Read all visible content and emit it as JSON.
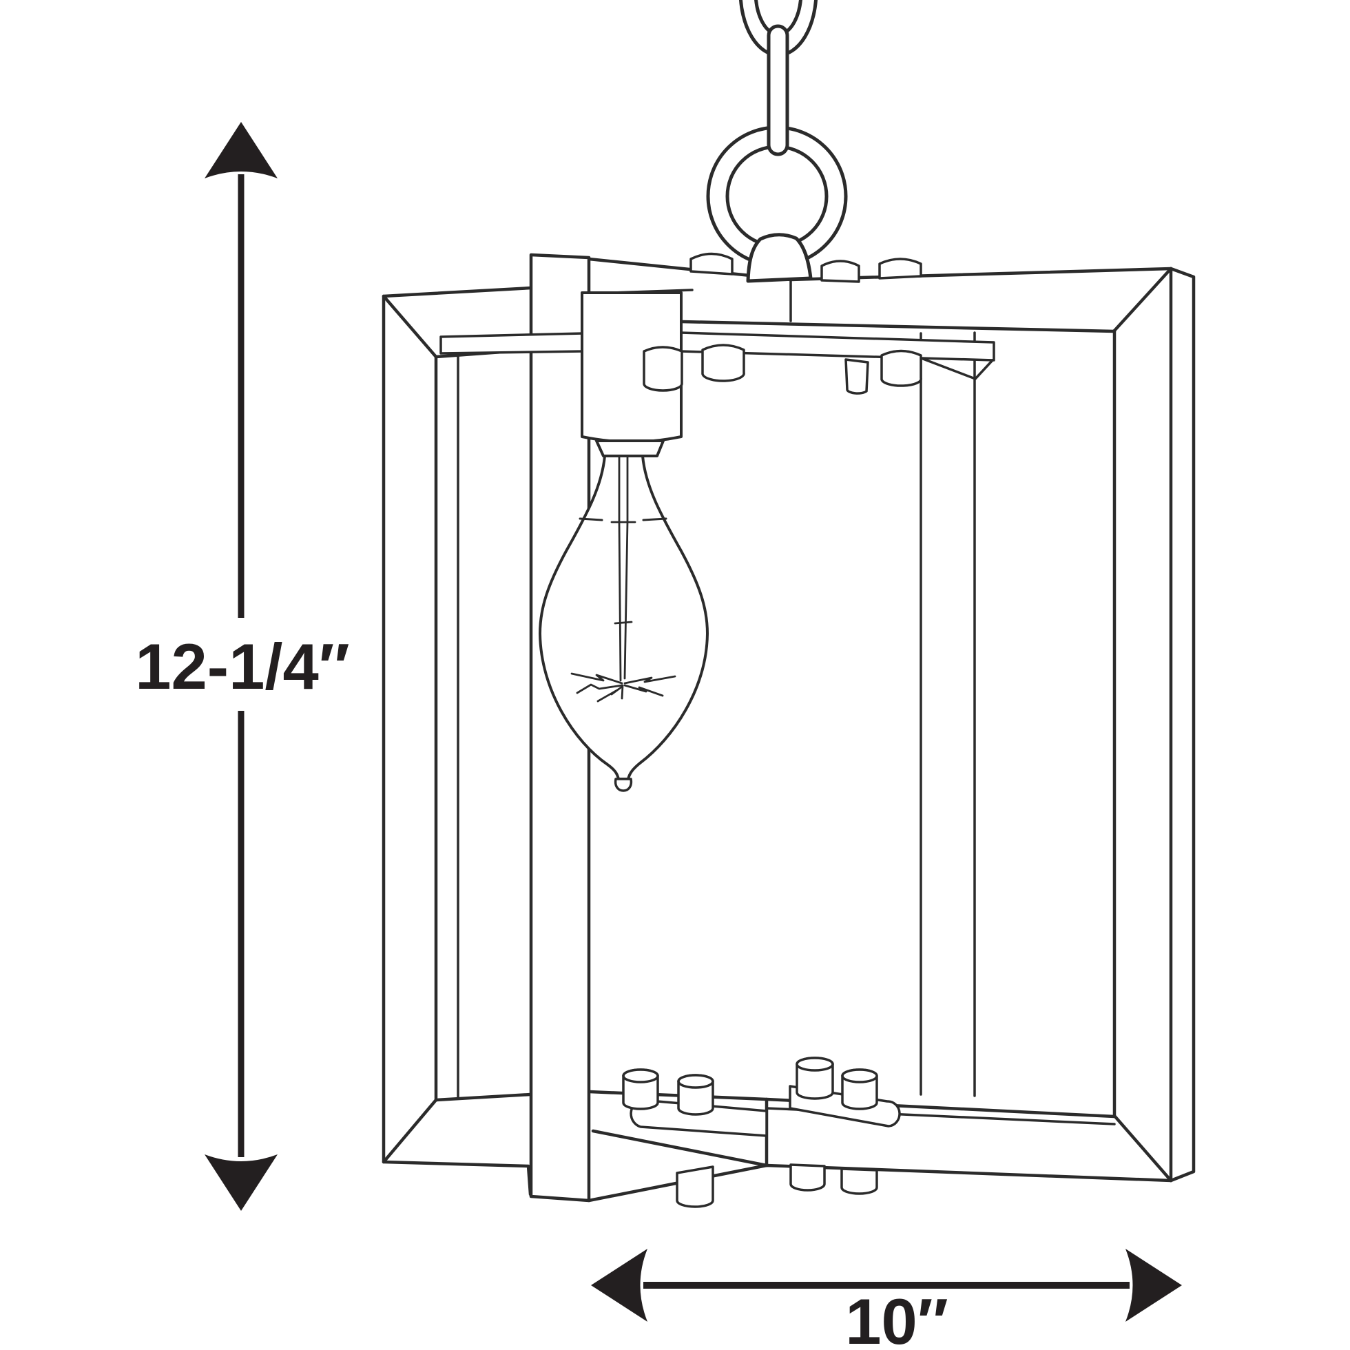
{
  "page": {
    "background": "#ffffff"
  },
  "style": {
    "line_color": "#2b2b2b",
    "dimension_color": "#231f20",
    "fill_color": "#ffffff"
  },
  "dimensions": {
    "height": {
      "label": "12-1/4″"
    },
    "width": {
      "label": "10″"
    }
  },
  "parts": [
    "chain-link",
    "chain-capsule-link",
    "hanging-ring",
    "mounting-knob",
    "wood-frame-left",
    "wood-frame-right",
    "center-post",
    "top-strap",
    "bottom-strap",
    "bolts",
    "lamp-socket",
    "edison-bulb",
    "filament"
  ]
}
